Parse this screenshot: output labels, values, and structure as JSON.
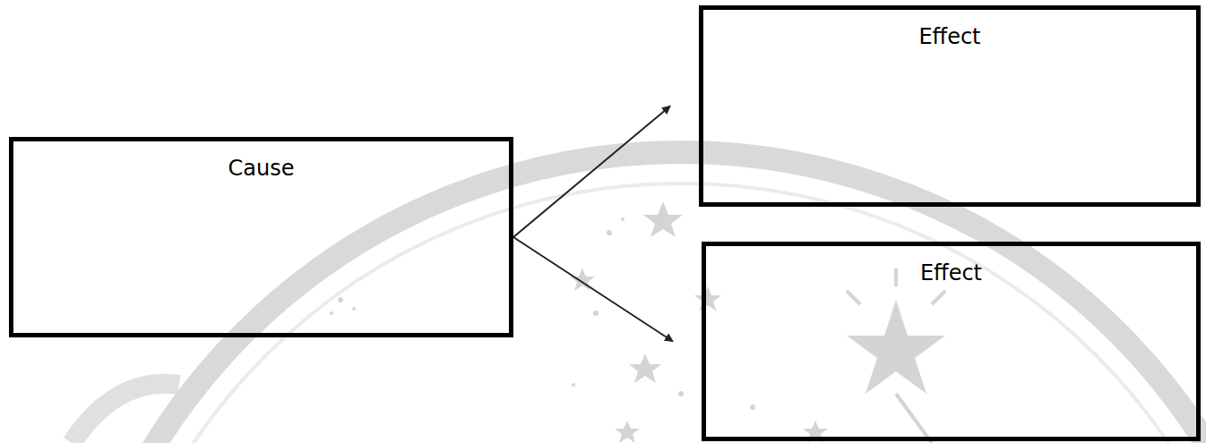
{
  "diagram": {
    "nodes": [
      {
        "text": [
          "Cause"
        ]
      },
      {
        "text": [
          "Effect"
        ]
      },
      {
        "text": [
          "Effect"
        ]
      }
    ],
    "edges": [
      {
        "from": 0,
        "to": 1,
        "arrow": "to"
      },
      {
        "from": 0,
        "to": 2,
        "arrow": "to"
      }
    ]
  }
}
